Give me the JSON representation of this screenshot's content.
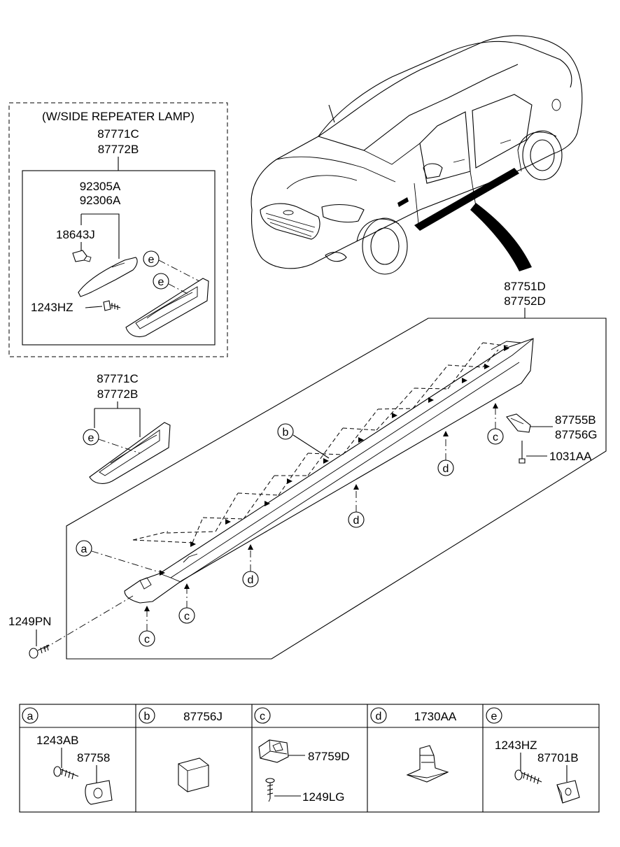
{
  "repeater_box": {
    "title": "(W/SIDE REPEATER LAMP)",
    "assembly_line1": "87771C",
    "assembly_line2": "87772B",
    "lamp_line1": "92305A",
    "lamp_line2": "92306A",
    "bulb": "18643J",
    "screw": "1243HZ",
    "clip_ref_1": "e",
    "clip_ref_2": "e"
  },
  "garnish": {
    "line1": "87771C",
    "line2": "87772B",
    "clip_ref": "e"
  },
  "side_sill": {
    "line1": "87751D",
    "line2": "87752D",
    "end_cap_line1": "87755B",
    "end_cap_line2": "87756G",
    "end_cap_screw": "1031AA",
    "front_screw": "1249PN",
    "refs": [
      "a",
      "b",
      "c",
      "c",
      "c",
      "d",
      "d",
      "d"
    ]
  },
  "legend": {
    "cells": [
      {
        "ref": "a",
        "part": "",
        "labels": [
          "1243AB",
          "87758"
        ]
      },
      {
        "ref": "b",
        "part": "87756J",
        "labels": []
      },
      {
        "ref": "c",
        "part": "",
        "labels": [
          "87759D",
          "1249LG"
        ]
      },
      {
        "ref": "d",
        "part": "1730AA",
        "labels": []
      },
      {
        "ref": "e",
        "part": "",
        "labels": [
          "1243HZ",
          "87701B"
        ]
      }
    ]
  }
}
